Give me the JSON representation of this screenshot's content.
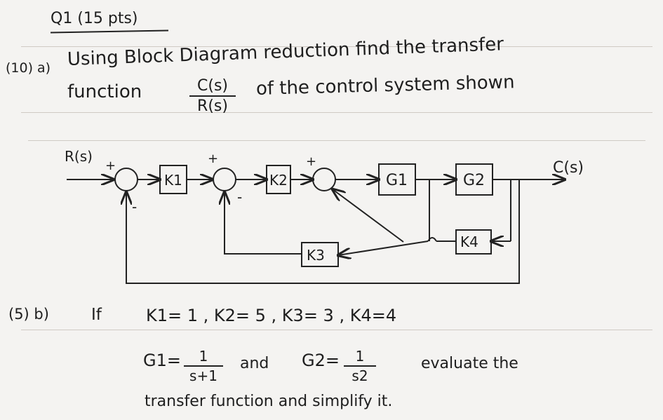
{
  "header": {
    "title": "Q1 (15 pts)"
  },
  "part_a": {
    "marks": "(10) a)",
    "line1": "Using Block Diagram reduction find the transfer",
    "line2_prefix": "function",
    "tf_num": "C(s)",
    "tf_den": "R(s)",
    "line2_suffix": "of the control system shown"
  },
  "diagram": {
    "input_label": "R(s)",
    "output_label": "C(s)",
    "blocks": {
      "k1": "K1",
      "k2": "K2",
      "g1": "G1",
      "g2": "G2",
      "k3": "K3",
      "k4": "K4"
    },
    "signs": {
      "s1_plus": "+",
      "s1_minus": "-",
      "s2_plus": "+",
      "s2_minus": "-",
      "s3_plus": "+"
    }
  },
  "part_b": {
    "marks": "(5) b)",
    "condition": "If",
    "k_values": "K1= 1 , K2= 5 , K3= 3 , K4=4",
    "g1_label": "G1=",
    "g1_num": "1",
    "g1_den": "s+1",
    "and": "and",
    "g2_label": "G2=",
    "g2_num": "1",
    "g2_den": "s2",
    "evaluate": "evaluate the",
    "last_line": "transfer function and simplify it."
  }
}
